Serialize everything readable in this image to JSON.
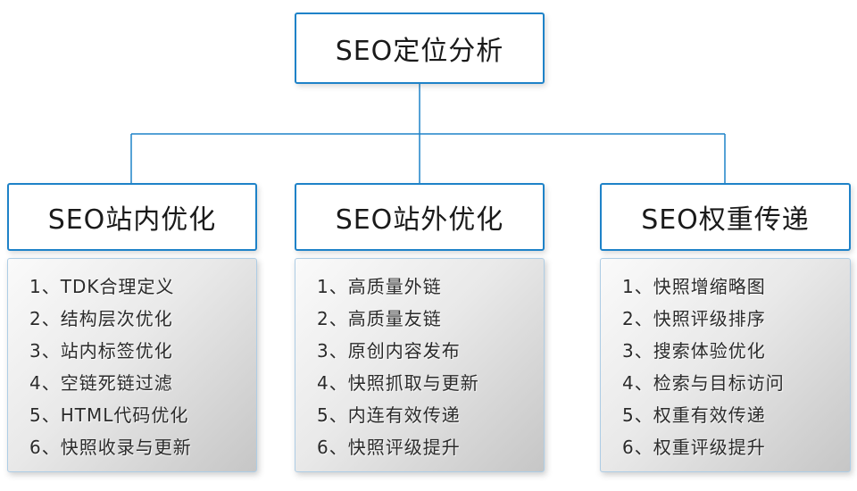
{
  "root": {
    "title": "SEO定位分析"
  },
  "columns": [
    {
      "title": "SEO站内优化",
      "items": [
        "1、TDK合理定义",
        "2、结构层次优化",
        "3、站内标签优化",
        "4、空链死链过滤",
        "5、HTML代码优化",
        "6、快照收录与更新"
      ]
    },
    {
      "title": "SEO站外优化",
      "items": [
        "1、高质量外链",
        "2、高质量友链",
        "3、原创内容发布",
        "4、快照抓取与更新",
        "5、内连有效传递",
        "6、快照评级提升"
      ]
    },
    {
      "title": "SEO权重传递",
      "items": [
        "1、快照增缩略图",
        "2、快照评级排序",
        "3、搜索体验优化",
        "4、检索与目标访问",
        "5、权重有效传递",
        "6、权重评级提升"
      ]
    }
  ],
  "colors": {
    "accent_blue": "#1e82c8",
    "list_gradient_start": "#fafafa",
    "list_gradient_end": "#c6c6c6",
    "text_dark": "#2b2b2b"
  }
}
